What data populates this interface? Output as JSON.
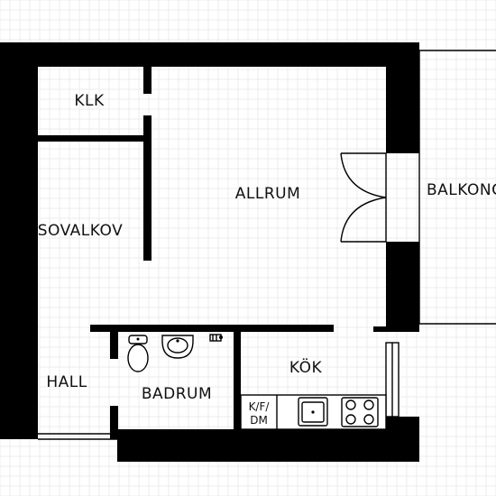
{
  "rooms": {
    "klk": "KLK",
    "allrum": "ALLRUM",
    "balkong": "BALKONG",
    "sovalkov": "SOVALKOV",
    "hall": "HALL",
    "badrum": "BADRUM",
    "kok": "KÖK"
  },
  "labels": {
    "kfdm_line1": "K/F/",
    "kfdm_line2": "DM"
  },
  "colors": {
    "wall": "#000000",
    "background": "#ffffff",
    "grid": "#ececec"
  },
  "icons": [
    "door-swing-icon",
    "toilet-icon",
    "sink-icon",
    "faucet-icon",
    "kitchen-sink-icon",
    "stove-icon",
    "window-icon"
  ]
}
